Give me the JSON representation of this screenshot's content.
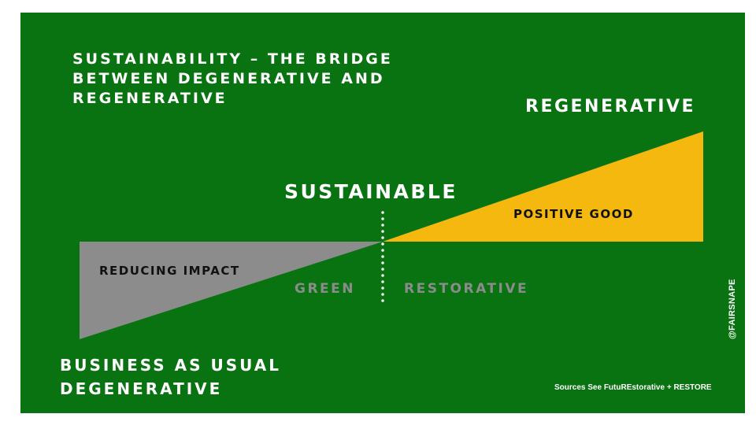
{
  "title": "SUSTAINABILITY – THE BRIDGE BETWEEN DEGENERATIVE AND REGENERATIVE",
  "labels": {
    "regenerative": "REGENERATIVE",
    "sustainable": "SUSTAINABLE",
    "positive_good": "POSITIVE GOOD",
    "reducing_impact": "REDUCING IMPACT",
    "green": "GREEN",
    "restorative": "RESTORATIVE",
    "business_as_usual": "BUSINESS AS USUAL DEGENERATIVE"
  },
  "footer": {
    "sources": "Sources See FutuREstorative + RESTORE",
    "handle": "@FAIRSNAPE"
  },
  "colors": {
    "background": "#0a7311",
    "degenerative_wedge": "#8c8c8c",
    "regenerative_wedge": "#f4b80f",
    "divider": "#ffffff"
  }
}
